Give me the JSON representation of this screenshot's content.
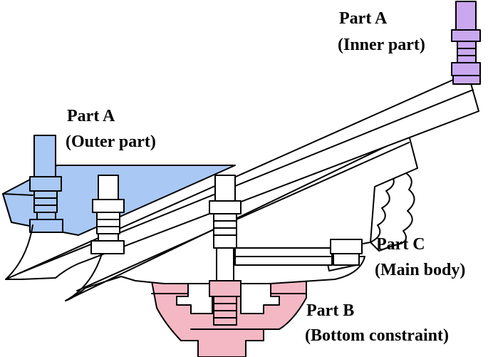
{
  "labels": {
    "part_a_inner": {
      "line1": "Part A",
      "line2": "(Inner part)"
    },
    "part_a_outer": {
      "line1": "Part A",
      "line2": "(Outer part)"
    },
    "part_c": {
      "line1": "Part C",
      "line2": "(Main body)"
    },
    "part_b": {
      "line1": "Part B",
      "line2": "(Bottom constraint)"
    }
  },
  "colors": {
    "part_a_inner": "#c9a8ef",
    "part_a_outer": "#a9c8f4",
    "part_b": "#f4b8c4",
    "part_c": "#ffffff",
    "outline": "#000000"
  }
}
